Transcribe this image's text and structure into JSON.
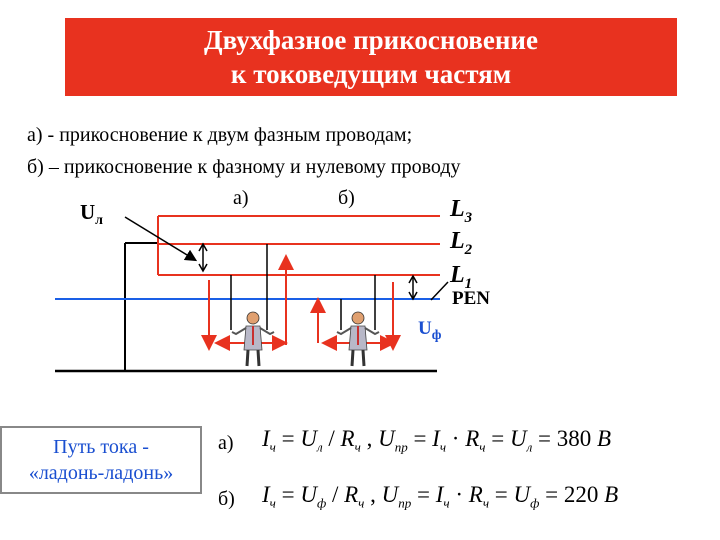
{
  "title": {
    "line1": "Двухфазное прикосновение",
    "line2": "к токоведущим частям"
  },
  "subtitle": {
    "line1": "а) - прикосновение к двум фазным проводам;",
    "line2": "б) – прикосновение  к фазному  и нулевому проводу"
  },
  "diagram": {
    "label_a": "а)",
    "label_b": "б)",
    "ul_main": "U",
    "ul_sub": "л",
    "l3_main": "L",
    "l3_sub": "3",
    "l2_main": "L",
    "l2_sub": "2",
    "l1_main": "L",
    "l1_sub": "1",
    "pen": "PEN",
    "uf_main": "U",
    "uf_sub": "ф",
    "colors": {
      "phase": "#e8321f",
      "neutral": "#1a5fe6",
      "ground": "#000000"
    }
  },
  "path_box": {
    "line1": "Путь тока -",
    "line2": "«ладонь-ладонь»"
  },
  "formulas": {
    "a_label": "а)",
    "b_label": "б)",
    "a": {
      "I": "I",
      "I_sub": "ч",
      "eq1": " = ",
      "U": "U",
      "U_sub": "л",
      "div": " / ",
      "R": "R",
      "R_sub": "ч",
      "comma": " ,   ",
      "U2": "U",
      "U2_sub": "пр",
      "eq2": " = ",
      "I2": "I",
      "I2_sub": "ч",
      "dot": " · ",
      "R2": "R",
      "R2_sub": "ч",
      "eq3": " = ",
      "U3": "U",
      "U3_sub": "л",
      "result": " = 380 ",
      "unit": "В"
    },
    "b": {
      "I": "I",
      "I_sub": "ч",
      "eq1": " = ",
      "U": "U",
      "U_sub": "ф",
      "div": " / ",
      "R": "R",
      "R_sub": "ч",
      "comma": " ,   ",
      "U2": "U",
      "U2_sub": "пр",
      "eq2": " = ",
      "I2": "I",
      "I2_sub": "ч",
      "dot": " · ",
      "R2": "R",
      "R2_sub": "ч",
      "eq3": " = ",
      "U3": "U",
      "U3_sub": "ф",
      "result": " = 220 ",
      "unit": "В"
    }
  }
}
